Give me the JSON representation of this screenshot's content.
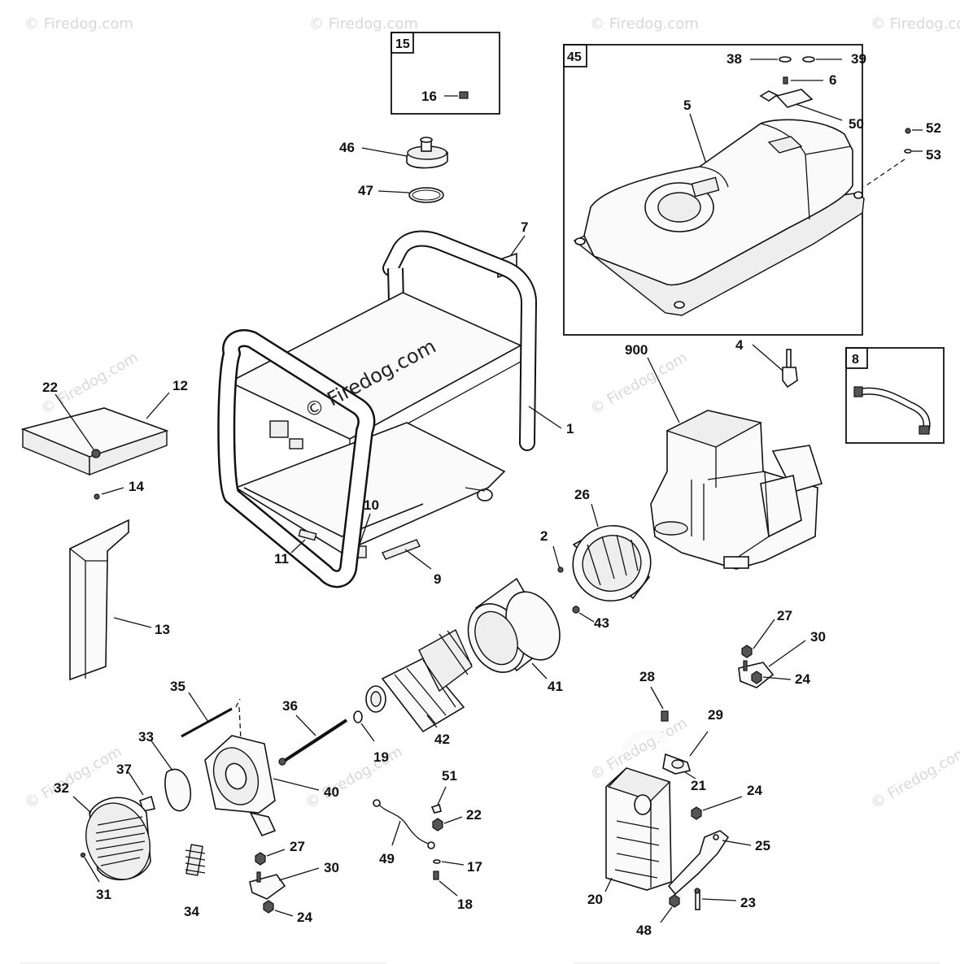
{
  "diagram": {
    "watermarks": [
      "© Firedog.com",
      "© Firedog.com",
      "© Firedog.com",
      "© Firedog.com",
      "© Firedog.com",
      "© Firedog.com",
      "© Firedog.com",
      "© Firedog.com",
      "© Firedog.com",
      "© Firedog.com"
    ],
    "center_watermark": "© Firedog.com",
    "insets": {
      "box_15": "15",
      "box_45": "45",
      "box_8": "8"
    },
    "callouts": {
      "c1": "1",
      "c2": "2",
      "c4": "4",
      "c5": "5",
      "c6": "6",
      "c7": "7",
      "c9": "9",
      "c10": "10",
      "c11": "11",
      "c12": "12",
      "c13": "13",
      "c14": "14",
      "c16": "16",
      "c17": "17",
      "c18": "18",
      "c19": "19",
      "c20": "20",
      "c21": "21",
      "c22a": "22",
      "c22b": "22",
      "c23": "23",
      "c24a": "24",
      "c24b": "24",
      "c24c": "24",
      "c25": "25",
      "c26": "26",
      "c27a": "27",
      "c27b": "27",
      "c28": "28",
      "c29": "29",
      "c30a": "30",
      "c30b": "30",
      "c31": "31",
      "c32": "32",
      "c33": "33",
      "c34": "34",
      "c35": "35",
      "c36": "36",
      "c37": "37",
      "c38": "38",
      "c39": "39",
      "c40": "40",
      "c41": "41",
      "c42": "42",
      "c43": "43",
      "c46": "46",
      "c47": "47",
      "c48": "48",
      "c49": "49",
      "c50": "50",
      "c51": "51",
      "c52": "52",
      "c53": "53",
      "c900": "900"
    }
  }
}
